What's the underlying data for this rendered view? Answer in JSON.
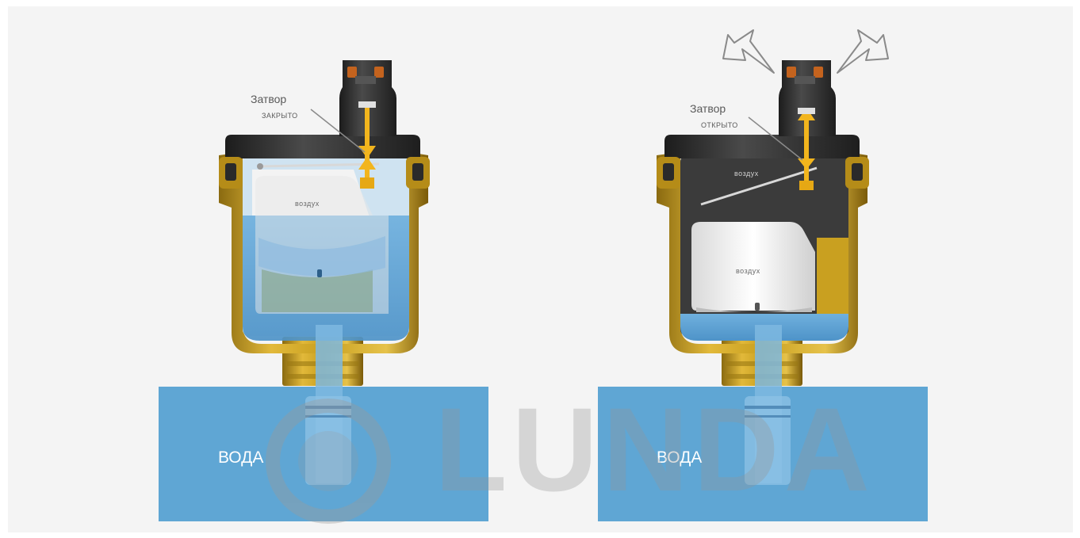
{
  "left_state": {
    "gate_label": "Затвор",
    "gate_state": "ЗАКРЫТО",
    "air_label": "воздух",
    "water_label": "ВОДА"
  },
  "right_state": {
    "gate_label": "Затвор",
    "gate_state": "ОТКРЫТО",
    "air_label_top": "воздух",
    "air_label_float": "воздух",
    "water_label": "ВОДА"
  },
  "watermark": {
    "text": "LUNDA"
  },
  "colors": {
    "water": "#5fa6d4",
    "water_inside": "#7eb8e0",
    "brass": "#c9a020",
    "brass_dark": "#8a6a10",
    "body_dark": "#3a3a3a",
    "float_white": "#f2f2f2",
    "pin_yellow": "#f2b51d",
    "watermark_gray": "#9a9a9a"
  },
  "icons": [
    "arrow-outline-up-left-icon",
    "arrow-outline-up-right-icon",
    "lunda-logo-ring-icon"
  ]
}
